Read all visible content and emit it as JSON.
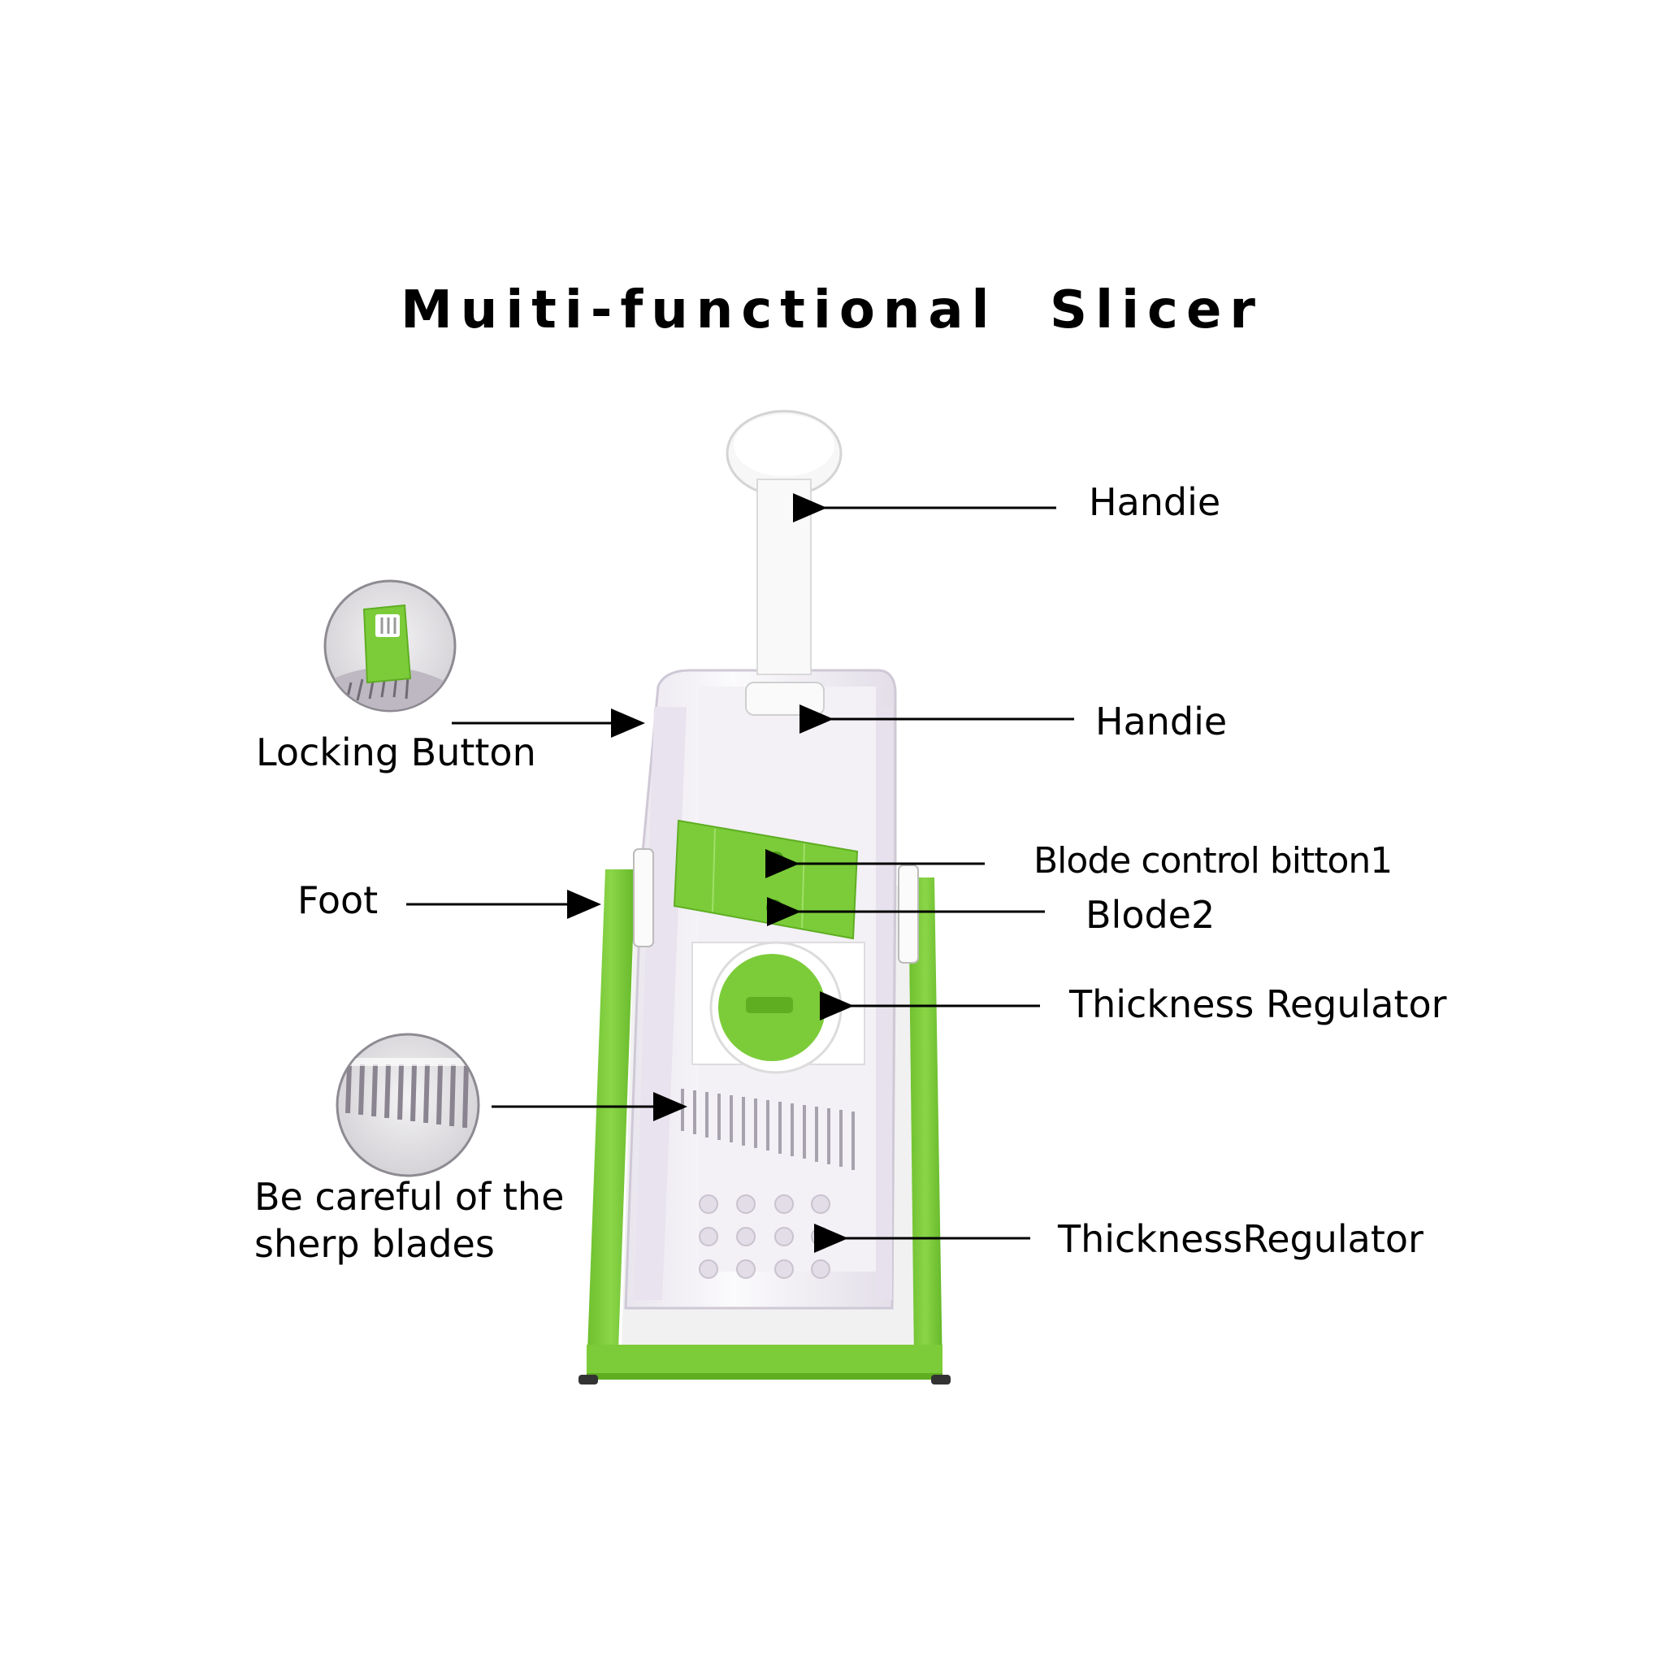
{
  "title": "Muiti-functional  Slicer",
  "labels": {
    "handle_top": "Handie",
    "handle_inner": "Handie",
    "locking_button": "Locking Button",
    "foot": "Foot",
    "blade_control_1": "Blode control bitton1",
    "blade_2": "Blode2",
    "thickness_regulator": "Thickness Regulator",
    "thickness_regulator_2": "ThicknessRegulator",
    "warning_line1": "Be careful of the",
    "warning_line2": "sherp blades"
  },
  "colors": {
    "body_green": "#7ccc3a",
    "body_green_dark": "#5fae22",
    "frame_white": "#f7f5f9",
    "frame_shadow": "#d9d4de",
    "text": "#000000"
  },
  "icons": {
    "zoom_locking": "locking-button-zoom-icon",
    "zoom_blades": "sharp-blades-zoom-icon",
    "arrow": "arrow-left-icon"
  }
}
